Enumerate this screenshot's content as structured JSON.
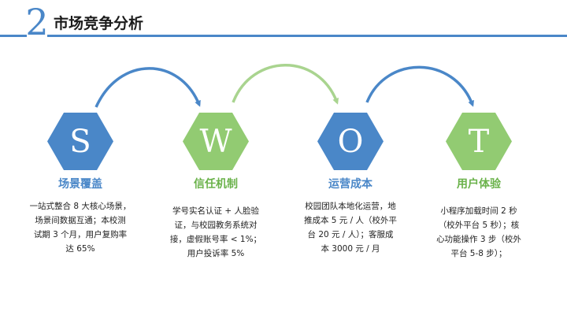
{
  "header": {
    "number": "2",
    "title": "市场竞争分析"
  },
  "colors": {
    "blue": "#4a87c8",
    "green": "#92cb72",
    "green_text": "#6ab24a"
  },
  "swot": [
    {
      "letter": "S",
      "title": "场景覆盖",
      "color": "blue",
      "desc": [
        "一站式整合 8 大核心场景，",
        "场景间数据互通；本校测",
        "试期 3 个月，用户复购率",
        "达 65%"
      ]
    },
    {
      "letter": "W",
      "title": "信任机制",
      "color": "green",
      "desc": [
        "学号实名认证 + 人脸验",
        "证，与校园教务系统对",
        "接，虚假账号率 < 1%；",
        "用户投诉率 5%"
      ]
    },
    {
      "letter": "O",
      "title": "运营成本",
      "color": "blue",
      "desc": [
        "校园团队本地化运营，地",
        "推成本 5 元 / 人（校外平",
        "台 20 元 / 人）；客服成",
        "本 3000 元 / 月"
      ]
    },
    {
      "letter": "T",
      "title": "用户体验",
      "color": "green",
      "desc": [
        "小程序加载时间 2 秒",
        "（校外平台 5 秒）；核",
        "心功能操作 3 步（校外",
        "平台 5-8 步）；"
      ]
    }
  ]
}
